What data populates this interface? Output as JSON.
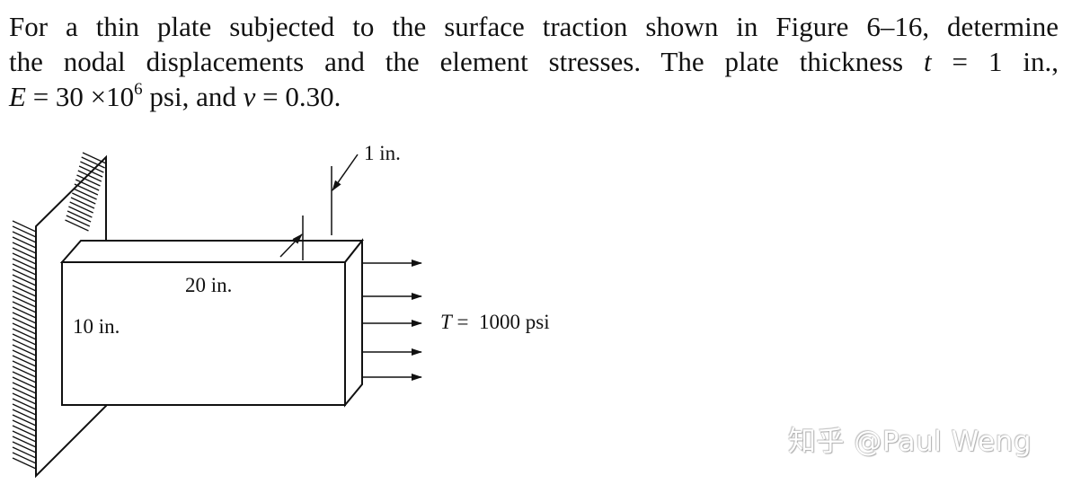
{
  "problem": {
    "line1": "For a thin plate subjected to the surface traction shown in Figure 6–16, determine",
    "line2_a": "the nodal displacements and the element stresses. The plate thickness ",
    "t_var": "t",
    "line2_b": " = 1 in.,",
    "E_var": "E",
    "line3_a": " = 30 ×10",
    "exponent": "6",
    "line3_b": " psi, and ",
    "nu_var": "ν",
    "line3_c": " = 0.30."
  },
  "figure": {
    "thickness_label": "1 in.",
    "width_label": "20 in.",
    "height_label": "10 in.",
    "traction_var": "T",
    "traction_value": " =  1000 psi"
  },
  "watermark": "知乎 @Paul Weng"
}
